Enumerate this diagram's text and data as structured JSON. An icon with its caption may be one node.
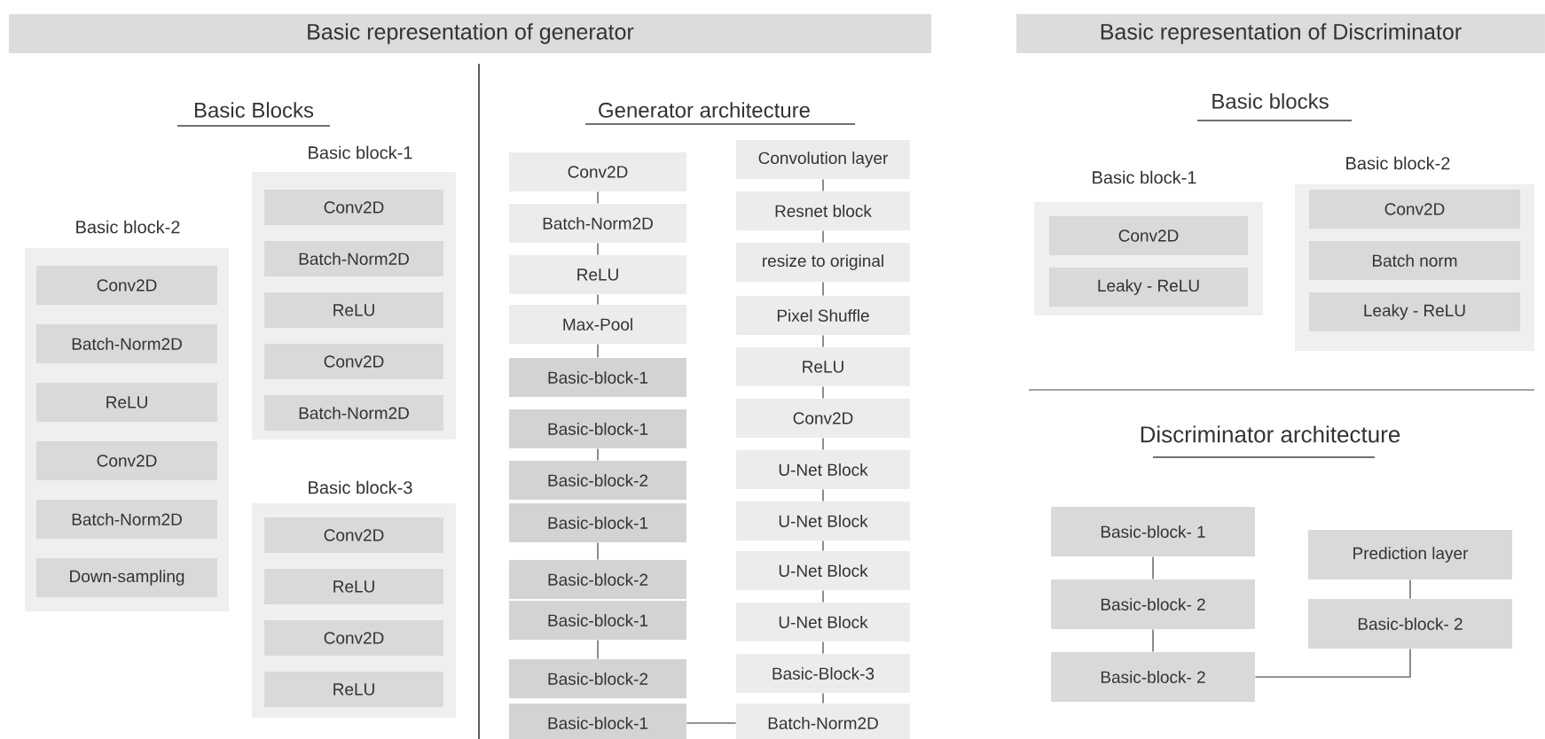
{
  "diagram": {
    "nodes": [
      {
        "text": [
          "Basic representation of generator"
        ]
      },
      {
        "text": [
          "Basic block-2"
        ]
      },
      {
        "text": [
          "Conv2D"
        ],
        "in": 1
      },
      {
        "text": [
          "Batch-Norm2D"
        ],
        "in": 1
      },
      {
        "text": [
          "ReLU"
        ],
        "in": 1
      },
      {
        "text": [
          "Conv2D"
        ],
        "in": 1
      },
      {
        "text": [
          "Batch-Norm2D"
        ],
        "in": 1
      },
      {
        "text": [
          "Down-sampling"
        ],
        "in": 1
      },
      {
        "text": [
          "Basic block-1"
        ]
      },
      {
        "text": [
          "Conv2D"
        ],
        "in": 8
      },
      {
        "text": [
          "Batch-Norm2D"
        ],
        "in": 8
      },
      {
        "text": [
          "ReLU"
        ],
        "in": 8
      },
      {
        "text": [
          "Conv2D"
        ],
        "in": 8
      },
      {
        "text": [
          "Batch-Norm2D"
        ],
        "in": 8
      },
      {
        "text": [
          "Basic block-3"
        ]
      },
      {
        "text": [
          "Conv2D"
        ],
        "in": 14
      },
      {
        "text": [
          "ReLU"
        ],
        "in": 14
      },
      {
        "text": [
          "Conv2D"
        ],
        "in": 14
      },
      {
        "text": [
          "ReLU"
        ],
        "in": 14
      },
      {
        "text": [
          "Conv2D"
        ]
      },
      {
        "text": [
          "Batch-Norm2D"
        ]
      },
      {
        "text": [
          "ReLU"
        ]
      },
      {
        "text": [
          "Max-Pool"
        ]
      },
      {
        "text": [
          "Basic-block-1"
        ]
      },
      {
        "text": [
          "Basic-block-1"
        ]
      },
      {
        "text": [
          "Basic-block-2"
        ]
      },
      {
        "text": [
          "Basic-block-1"
        ]
      },
      {
        "text": [
          "Basic-block-2"
        ]
      },
      {
        "text": [
          "Basic-block-1"
        ]
      },
      {
        "text": [
          "Basic-block-2"
        ]
      },
      {
        "text": [
          "Basic-block-1"
        ]
      },
      {
        "text": [
          "Convolution layer"
        ]
      },
      {
        "text": [
          "Resnet block"
        ]
      },
      {
        "text": [
          "resize to original"
        ]
      },
      {
        "text": [
          "Pixel Shuffle"
        ]
      },
      {
        "text": [
          "ReLU"
        ]
      },
      {
        "text": [
          "Conv2D"
        ]
      },
      {
        "text": [
          "U-Net Block"
        ]
      },
      {
        "text": [
          "U-Net Block"
        ]
      },
      {
        "text": [
          "U-Net Block"
        ]
      },
      {
        "text": [
          "U-Net Block"
        ]
      },
      {
        "text": [
          "Basic-Block-3"
        ]
      },
      {
        "text": [
          "Batch-Norm2D"
        ]
      },
      {
        "text": [
          "Basic representation of Discriminator"
        ]
      },
      {
        "text": [
          "Basic block-1"
        ]
      },
      {
        "text": [
          "Conv2D"
        ],
        "in": 44
      },
      {
        "text": [
          "Leaky - ReLU"
        ],
        "in": 44
      },
      {
        "text": [
          "Basic block-2"
        ]
      },
      {
        "text": [
          "Conv2D"
        ],
        "in": 47
      },
      {
        "text": [
          "Batch norm"
        ],
        "in": 47
      },
      {
        "text": [
          "Leaky - ReLU"
        ],
        "in": 47
      },
      {
        "text": [
          "Basic-block- 1"
        ]
      },
      {
        "text": [
          "Basic-block- 2"
        ]
      },
      {
        "text": [
          "Basic-block- 2"
        ]
      },
      {
        "text": [
          "Prediction layer"
        ]
      },
      {
        "text": [
          "Basic-block- 2"
        ]
      }
    ],
    "edges": [
      {
        "from": 19,
        "to": 20,
        "arrow": "none"
      },
      {
        "from": 20,
        "to": 21,
        "arrow": "none"
      },
      {
        "from": 21,
        "to": 22,
        "arrow": "none"
      },
      {
        "from": 22,
        "to": 23,
        "arrow": "none"
      },
      {
        "from": 24,
        "to": 25,
        "arrow": "none"
      },
      {
        "from": 26,
        "to": 27,
        "arrow": "none"
      },
      {
        "from": 28,
        "to": 29,
        "arrow": "none"
      },
      {
        "from": 30,
        "to": 42,
        "arrow": "none"
      },
      {
        "from": 42,
        "to": 41,
        "arrow": "none"
      },
      {
        "from": 41,
        "to": 40,
        "arrow": "none"
      },
      {
        "from": 40,
        "to": 39,
        "arrow": "none"
      },
      {
        "from": 39,
        "to": 38,
        "arrow": "none"
      },
      {
        "from": 38,
        "to": 37,
        "arrow": "none"
      },
      {
        "from": 37,
        "to": 36,
        "arrow": "none"
      },
      {
        "from": 36,
        "to": 35,
        "arrow": "none"
      },
      {
        "from": 35,
        "to": 34,
        "arrow": "none"
      },
      {
        "from": 34,
        "to": 33,
        "arrow": "none"
      },
      {
        "from": 33,
        "to": 32,
        "arrow": "none"
      },
      {
        "from": 32,
        "to": 31,
        "arrow": "none"
      },
      {
        "from": 51,
        "to": 52,
        "arrow": "none"
      },
      {
        "from": 52,
        "to": 53,
        "arrow": "none"
      },
      {
        "from": 53,
        "to": 55,
        "arrow": "none"
      },
      {
        "from": 55,
        "to": 54,
        "arrow": "none"
      }
    ],
    "labels": [
      "Basic Blocks",
      "Generator architecture",
      "Basic blocks",
      "Discriminator architecture"
    ]
  }
}
